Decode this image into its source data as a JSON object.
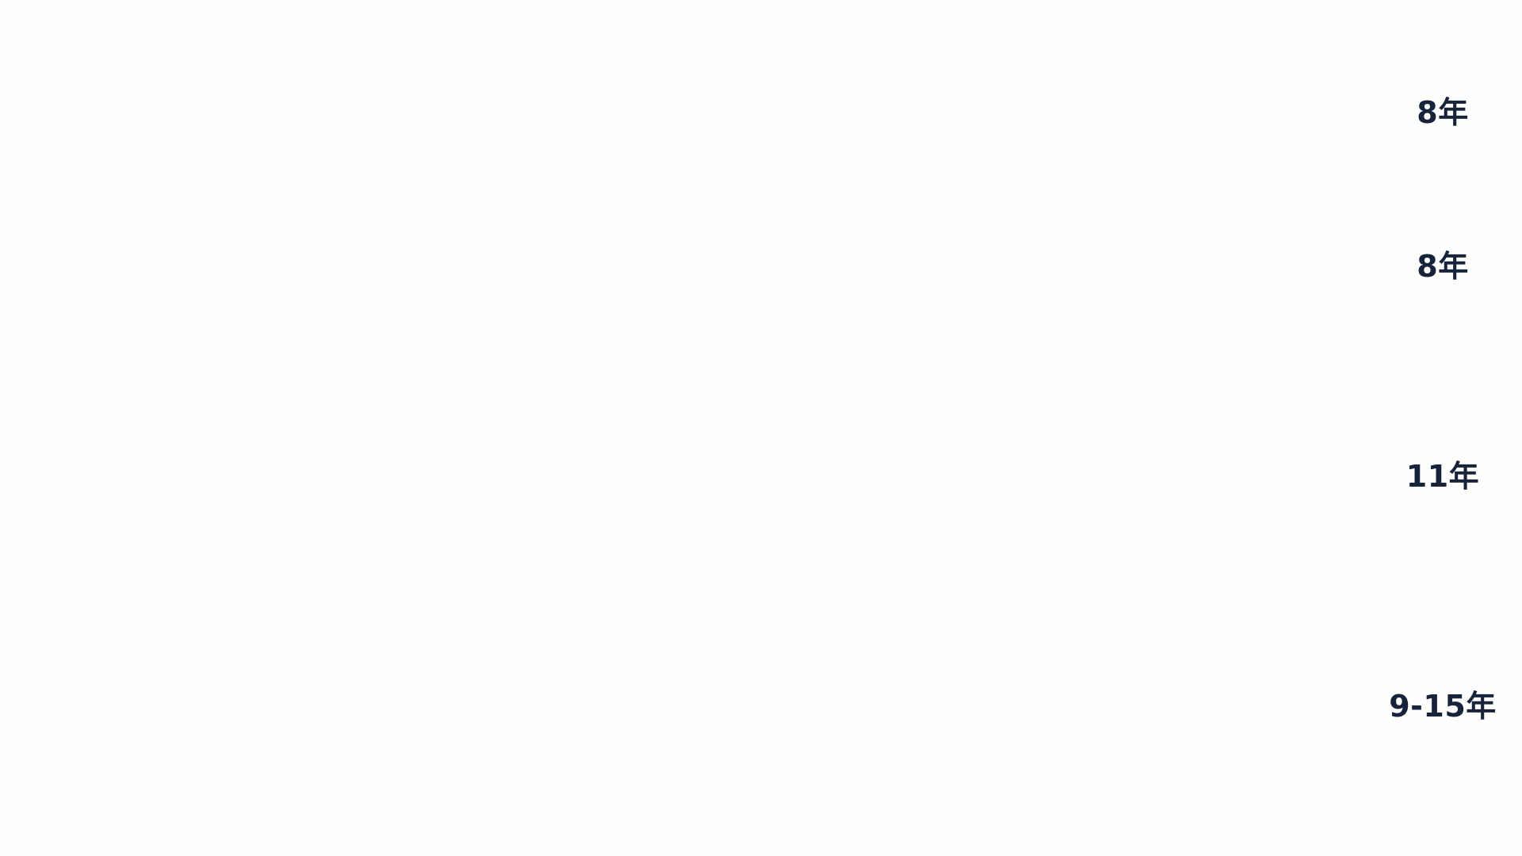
{
  "page": {
    "text_color": "#16233a",
    "background_color": "#fefefc"
  },
  "values": [
    {
      "text": "8年"
    },
    {
      "text": "8年"
    },
    {
      "text": "11年"
    },
    {
      "text": "9-15年"
    }
  ]
}
